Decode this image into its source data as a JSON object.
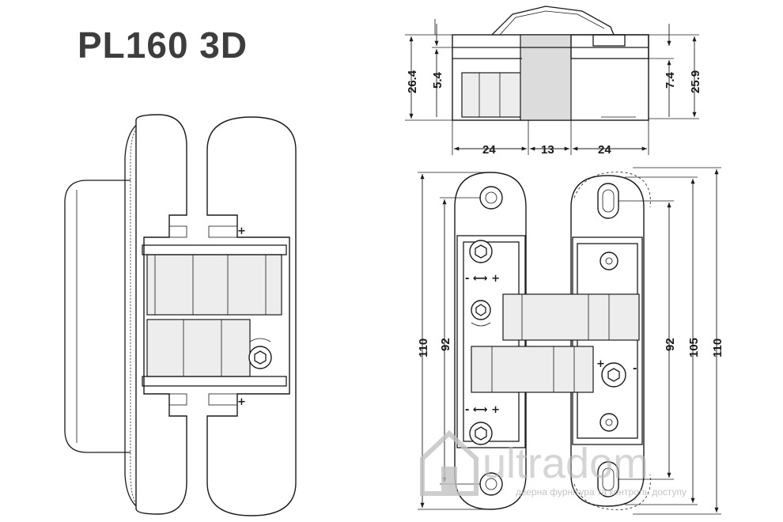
{
  "title": "PL160 3D",
  "dimensions": {
    "top_h_left": "26.4",
    "top_h_inner": "5.4",
    "top_h_right_inner": "7.4",
    "top_h_right": "25.9",
    "w_left": "24",
    "w_mid": "13",
    "w_right": "24",
    "front_outer_left": "110",
    "front_inner_left": "92",
    "front_inner_right": "92",
    "front_mid_right": "105",
    "front_outer_right": "110"
  },
  "watermark": {
    "brand": "ultradom",
    "tagline": "дверна фурнітура та контроль доступу"
  }
}
